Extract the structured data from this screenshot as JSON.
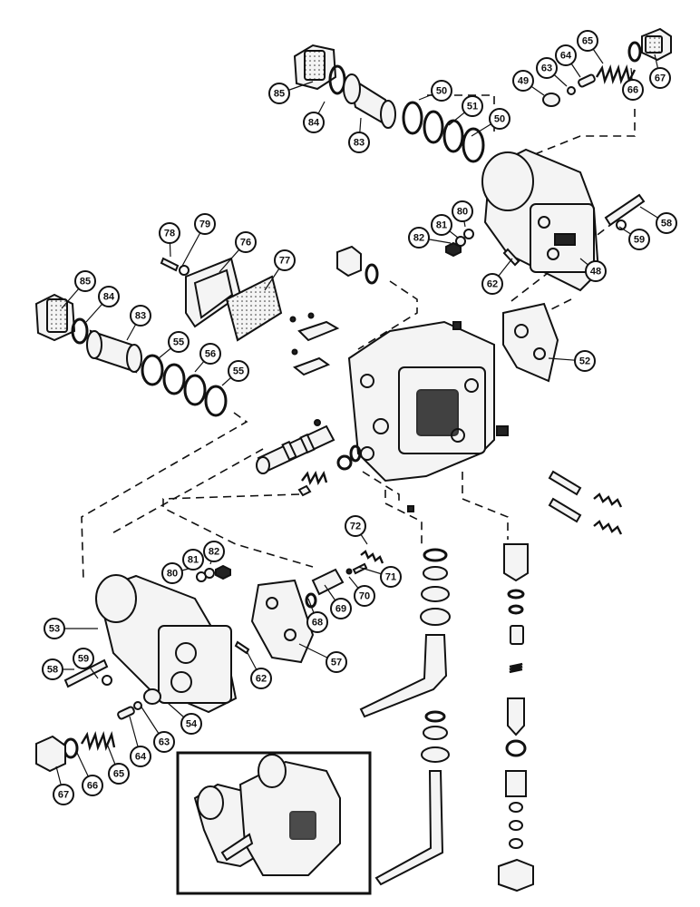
{
  "callouts": [
    {
      "id": "c85a",
      "label": "85",
      "leader": [
        345,
        90
      ]
    },
    {
      "id": "c84a",
      "label": "84",
      "leader": [
        358,
        112
      ]
    },
    {
      "id": "c83a",
      "label": "83",
      "leader": [
        398,
        130
      ]
    },
    {
      "id": "c50a",
      "label": "50",
      "leader": [
        462,
        110
      ]
    },
    {
      "id": "c51a",
      "label": "51",
      "leader": [
        495,
        138
      ]
    },
    {
      "id": "c50b",
      "label": "50",
      "leader": [
        520,
        150
      ]
    },
    {
      "id": "c49a",
      "label": "49",
      "leader": [
        600,
        105
      ]
    },
    {
      "id": "c63a",
      "label": "63",
      "leader": [
        625,
        95
      ]
    },
    {
      "id": "c64a",
      "label": "64",
      "leader": [
        640,
        85
      ]
    },
    {
      "id": "c65a",
      "label": "65",
      "leader": [
        665,
        70
      ]
    },
    {
      "id": "c66a",
      "label": "66",
      "leader": [
        696,
        75
      ]
    },
    {
      "id": "c67a",
      "label": "67",
      "leader": [
        722,
        60
      ]
    },
    {
      "id": "c78",
      "label": "78",
      "leader": [
        188,
        283
      ]
    },
    {
      "id": "c79",
      "label": "79",
      "leader": [
        200,
        295
      ]
    },
    {
      "id": "c76",
      "label": "76",
      "leader": [
        242,
        300
      ]
    },
    {
      "id": "c77",
      "label": "77",
      "leader": [
        292,
        320
      ]
    },
    {
      "id": "c80a",
      "label": "80",
      "leader": [
        513,
        250
      ]
    },
    {
      "id": "c81a",
      "label": "81",
      "leader": [
        505,
        262
      ]
    },
    {
      "id": "c82a",
      "label": "82",
      "leader": [
        497,
        268
      ]
    },
    {
      "id": "c58a",
      "label": "58",
      "leader": [
        706,
        228
      ]
    },
    {
      "id": "c59a",
      "label": "59",
      "leader": [
        683,
        250
      ]
    },
    {
      "id": "c62a",
      "label": "62",
      "leader": [
        565,
        285
      ]
    },
    {
      "id": "c48",
      "label": "48",
      "leader": [
        640,
        285
      ]
    },
    {
      "id": "c85b",
      "label": "85",
      "leader": [
        68,
        340
      ]
    },
    {
      "id": "c84b",
      "label": "84",
      "leader": [
        95,
        355
      ]
    },
    {
      "id": "c83b",
      "label": "83",
      "leader": [
        140,
        375
      ]
    },
    {
      "id": "c55a",
      "label": "55",
      "leader": [
        175,
        395
      ]
    },
    {
      "id": "c56",
      "label": "56",
      "leader": [
        215,
        410
      ]
    },
    {
      "id": "c55b",
      "label": "55",
      "leader": [
        245,
        425
      ]
    },
    {
      "id": "c52",
      "label": "52",
      "leader": [
        605,
        395
      ]
    },
    {
      "id": "c72",
      "label": "72",
      "leader": [
        405,
        600
      ]
    },
    {
      "id": "c71",
      "label": "71",
      "leader": [
        395,
        625
      ]
    },
    {
      "id": "c70",
      "label": "70",
      "leader": [
        385,
        636
      ]
    },
    {
      "id": "c69",
      "label": "69",
      "leader": [
        358,
        645
      ]
    },
    {
      "id": "c68",
      "label": "68",
      "leader": [
        340,
        660
      ]
    },
    {
      "id": "c57",
      "label": "57",
      "leader": [
        330,
        710
      ]
    },
    {
      "id": "c80b",
      "label": "80",
      "leader": [
        215,
        625
      ]
    },
    {
      "id": "c81b",
      "label": "81",
      "leader": [
        222,
        625
      ]
    },
    {
      "id": "c82b",
      "label": "82",
      "leader": [
        232,
        622
      ]
    },
    {
      "id": "c53",
      "label": "53",
      "leader": [
        108,
        693
      ]
    },
    {
      "id": "c58b",
      "label": "58",
      "leader": [
        82,
        738
      ]
    },
    {
      "id": "c59b",
      "label": "59",
      "leader": [
        108,
        748
      ]
    },
    {
      "id": "c62b",
      "label": "62",
      "leader": [
        272,
        718
      ]
    },
    {
      "id": "c54",
      "label": "54",
      "leader": [
        185,
        775
      ]
    },
    {
      "id": "c63b",
      "label": "63",
      "leader": [
        155,
        778
      ]
    },
    {
      "id": "c64b",
      "label": "64",
      "leader": [
        143,
        790
      ]
    },
    {
      "id": "c65b",
      "label": "65",
      "leader": [
        118,
        820
      ]
    },
    {
      "id": "c66b",
      "label": "66",
      "leader": [
        85,
        830
      ]
    },
    {
      "id": "c67b",
      "label": "67",
      "leader": [
        62,
        845
      ]
    }
  ],
  "icons": {
    "relief_valve_housing": "valve-housing-icon",
    "spring": "spring-icon",
    "o_ring": "o-ring-icon",
    "plug": "hex-plug-icon",
    "gasket": "gasket-icon",
    "control_lever": "lever-icon"
  },
  "colors": {
    "ink": "#111111",
    "paper": "#ffffff"
  }
}
